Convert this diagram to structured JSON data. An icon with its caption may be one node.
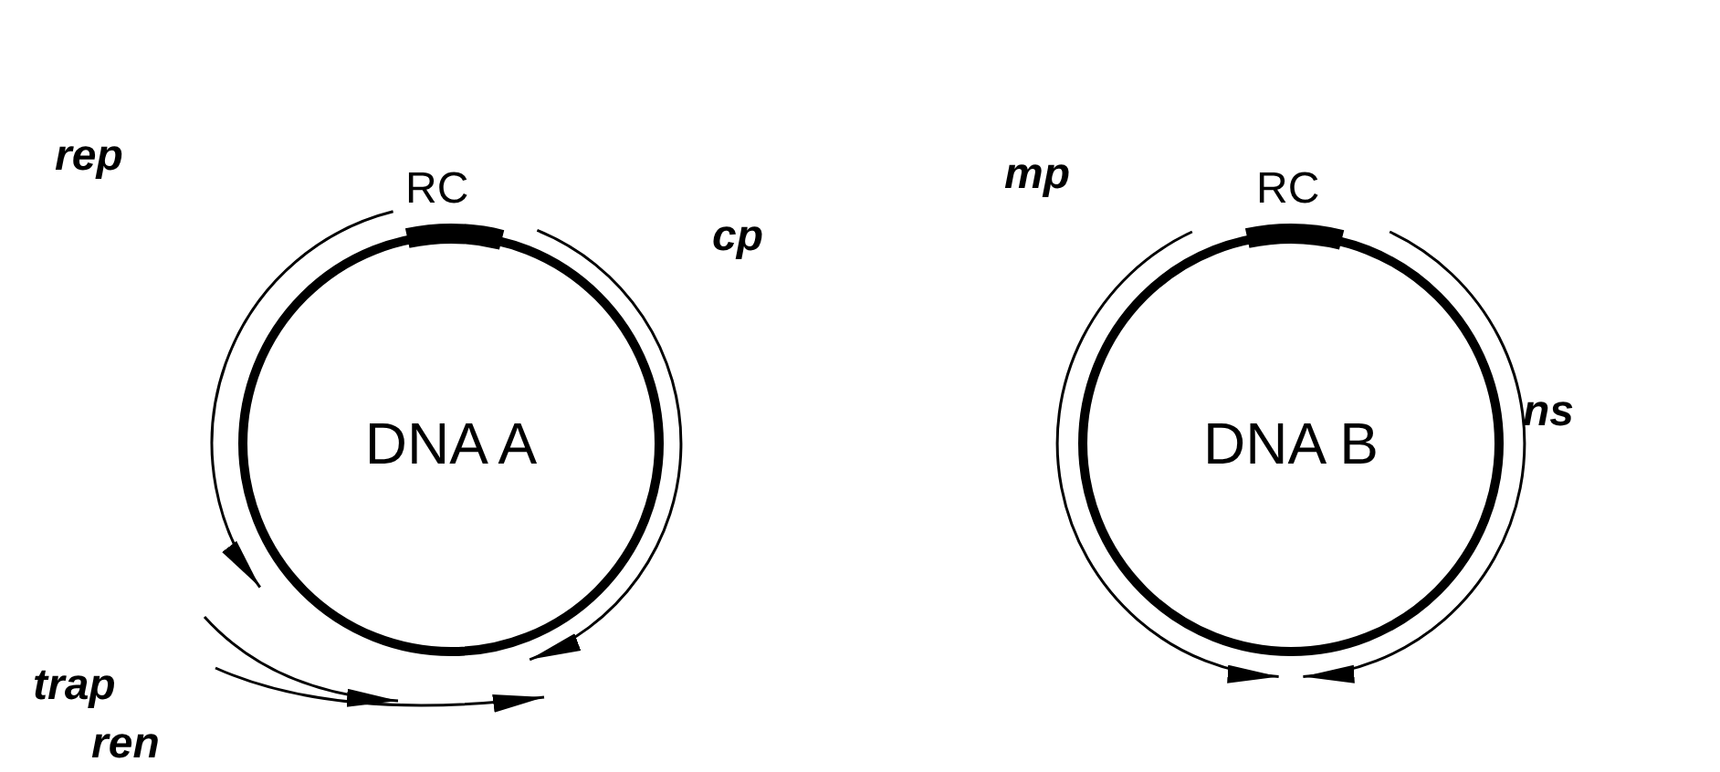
{
  "diagram": {
    "nodes": [
      {
        "text": [
          "DNA A"
        ]
      },
      {
        "text": [
          "DNA B"
        ]
      }
    ],
    "labels": [
      "RC",
      "rep",
      "cp",
      "trap",
      "ren",
      "RC",
      "mp",
      "ns"
    ]
  }
}
